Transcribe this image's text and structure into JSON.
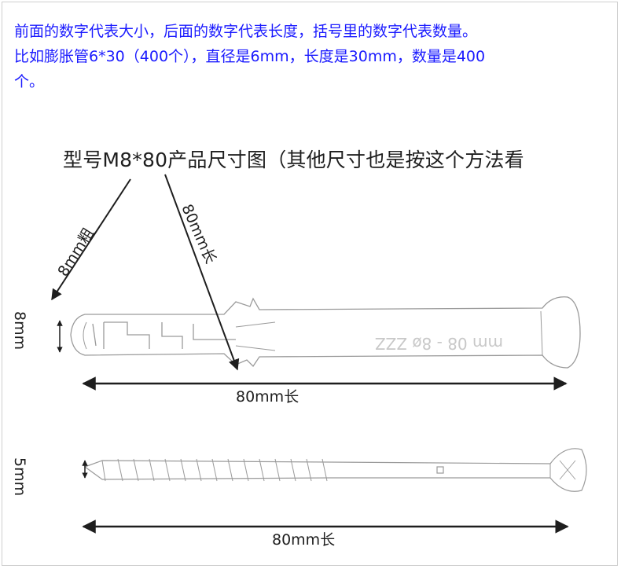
{
  "intro": {
    "line1": "前面的数字代表大小，后面的数字代表长度，括号里的数字代表数量。",
    "line2": "比如膨胀管6*30（400个），直径是6mm，长度是30mm，数量是400",
    "line3": "个。"
  },
  "heading": "型号M8*80产品尺寸图（其他尺寸也是按这个方法看",
  "labels": {
    "thickness_callout": "8mm粗",
    "length_callout": "80mm长",
    "anchor_diameter": "8mm",
    "anchor_length": "80mm长",
    "screw_diameter": "5mm",
    "screw_length": "80mm长"
  },
  "anchor_mark": "mm 08 - 8ø ZZZ",
  "colors": {
    "intro_text": "#1a1aff",
    "drawing_text": "#1e1e1e",
    "sketch_line": "#9a9a9a"
  }
}
